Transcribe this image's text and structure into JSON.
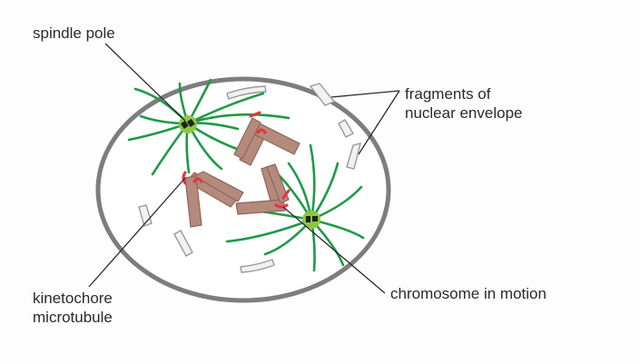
{
  "labels": {
    "spindle_pole": "spindle pole",
    "fragments_line1": "fragments of",
    "fragments_line2": "nuclear envelope",
    "kinetochore_line1": "kinetochore",
    "kinetochore_line2": "microtubule",
    "chromosome": "chromosome in motion"
  },
  "colors": {
    "background": "#fdfdfd",
    "cell_outline": "#7d7d7d",
    "cell_fill": "#ffffff",
    "microtubule": "#1f9a48",
    "spindle_pole": "#8cc63f",
    "centriole": "#222222",
    "chromosome": "#b48a7d",
    "chromosome_edge": "#8e6558",
    "kinetochore": "#e8323c",
    "envelope_fragment_fill": "#f2f2f2",
    "envelope_fragment_edge": "#9a9a9a",
    "leader_line": "#2a2a2a"
  }
}
